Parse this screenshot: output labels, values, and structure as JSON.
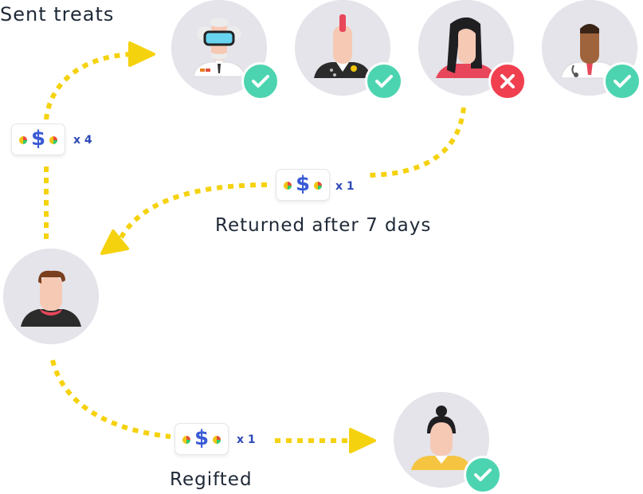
{
  "labels": {
    "sent_treats": "Sent treats",
    "returned": "Returned after 7 days",
    "regifted": "Regifted"
  },
  "treats": {
    "sent_count": "x 4",
    "returned_count": "x 1",
    "regifted_count": "x 1",
    "symbol": "$"
  },
  "recipients": [
    {
      "person": "scientist",
      "status": "accepted",
      "status_icon": "check-icon"
    },
    {
      "person": "punk",
      "status": "accepted",
      "status_icon": "check-icon"
    },
    {
      "person": "woman-dark-hair",
      "status": "declined",
      "status_icon": "x-icon"
    },
    {
      "person": "doctor",
      "status": "accepted",
      "status_icon": "check-icon"
    }
  ],
  "sender": {
    "person": "man-brown-hair"
  },
  "regift_recipient": {
    "person": "woman-bun",
    "status": "accepted",
    "status_icon": "check-icon"
  },
  "colors": {
    "path": "#f5d20e",
    "avatar_bg": "#e4e4ea",
    "accepted": "#4cd4b0",
    "declined": "#f04050",
    "dollar": "#3b5bd6"
  }
}
